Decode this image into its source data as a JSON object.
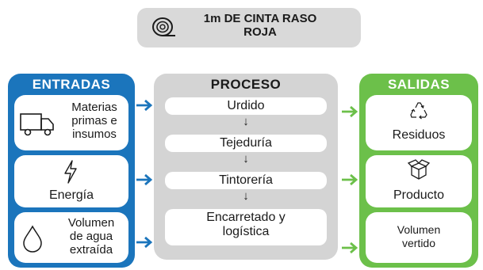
{
  "title": {
    "line1": "1m DE CINTA RASO",
    "line2": "ROJA",
    "icon": "tape-roll-icon"
  },
  "entradas": {
    "title": "ENTRADAS",
    "color": "#1b75bc",
    "items": [
      {
        "icon": "truck-icon",
        "lines": [
          "Materias",
          "primas e",
          "insumos"
        ]
      },
      {
        "icon": "lightning-icon",
        "lines": [
          "Energía"
        ]
      },
      {
        "icon": "water-drop-icon",
        "lines": [
          "Volumen",
          "de agua",
          "extraída"
        ]
      }
    ]
  },
  "proceso": {
    "title": "PROCESO",
    "color": "#d4d4d4",
    "steps": [
      "Urdido",
      "Tejeduría",
      "Tintorería",
      "Encarretado y",
      "logística"
    ],
    "down_arrow": "↓"
  },
  "salidas": {
    "title": "SALIDAS",
    "color": "#6cc04a",
    "items": [
      {
        "icon": "recycle-icon",
        "lines": [
          "Residuos"
        ]
      },
      {
        "icon": "box-icon",
        "lines": [
          "Producto"
        ]
      },
      {
        "icon": "",
        "lines": [
          "Volumen",
          "vertido"
        ]
      }
    ]
  },
  "arrow_colors": {
    "in": "#1b75bc",
    "out": "#6cc04a"
  }
}
